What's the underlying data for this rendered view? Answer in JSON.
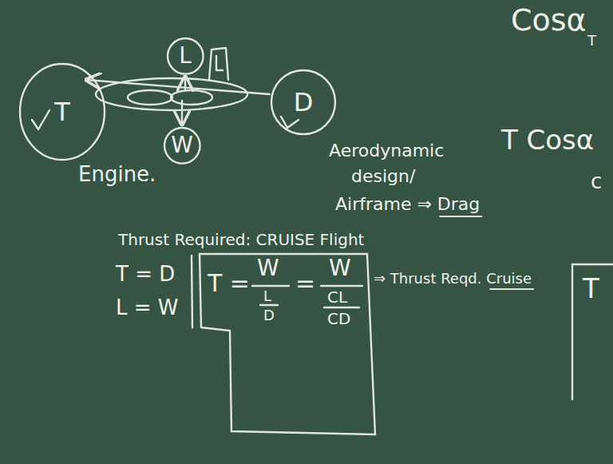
{
  "diagram": {
    "nodes": [
      {
        "text": [
          "L"
        ]
      },
      {
        "text": [
          "W"
        ]
      },
      {
        "text": [
          "T"
        ]
      },
      {
        "text": [
          "D"
        ]
      },
      {
        "text": [
          "T =",
          "W",
          "L",
          "D",
          "=",
          "W",
          "CL",
          "CD"
        ]
      },
      {
        "text": [
          "T"
        ]
      }
    ],
    "labels": [
      "Engine.",
      "Aerodynamic",
      "design/",
      "Airframe ⇒ Drag",
      "Thrust Required: CRUISE Flight",
      "T = D",
      "L = W",
      "⇒ Thrust Reqd. Cruise",
      "Cosα",
      "T",
      "T Cosα",
      "c"
    ]
  }
}
